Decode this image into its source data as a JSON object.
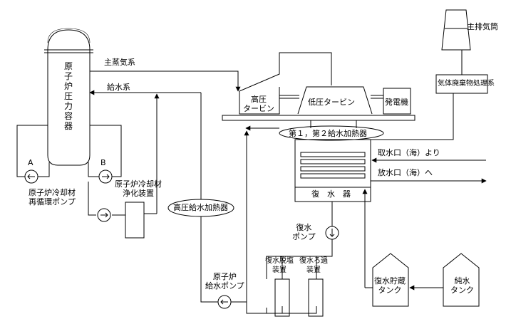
{
  "labels": {
    "reactor_vessel": "原子炉圧力容器",
    "main_steam": "主蒸気系",
    "feedwater": "給水系",
    "hp_turbine": "高圧\nタービン",
    "lp_turbine": "低圧タービン",
    "generator": "発電機",
    "stack": "主排気筒",
    "offgas": "気体廃棄物処理系",
    "feed_heaters": "第１，第２給水加熱器",
    "intake": "取水口（海）より",
    "discharge": "放水口（海）へ",
    "condenser": "復　水　器",
    "pump_a": "A",
    "pump_b": "B",
    "recirc_pump": "原子炉冷却材\n再循環ポンプ",
    "cleanup": "原子炉冷却材\n浄化装置",
    "hp_heater": "高圧給水加熱器",
    "condensate_pump": "復水\nポンプ",
    "demineralizer": "復水脱塩\n装置",
    "filter": "復水ろ過\n装置",
    "feed_pump": "原子炉\n給水ポンプ",
    "storage_tank": "復水貯蔵\nタンク",
    "pure_water_tank": "純水\nタンク"
  }
}
